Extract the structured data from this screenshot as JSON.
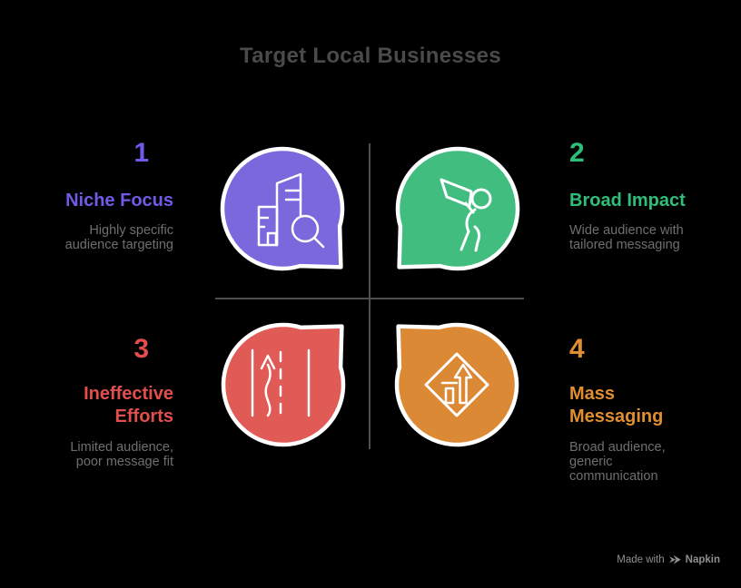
{
  "title": "Target Local Businesses",
  "colors": {
    "background": "#000000",
    "title": "#4A4A4A",
    "description": "#6F6F6F",
    "divider": "#4F4F4F",
    "watermark": "#8F8F8F"
  },
  "quadrants": [
    {
      "number": "1",
      "heading": "Niche Focus",
      "description": "Highly specific audience targeting",
      "bubble_color": "#7B68DC",
      "text_color": "#6F5BE8",
      "icon": "buildings-search"
    },
    {
      "number": "2",
      "heading": "Broad Impact",
      "description": "Wide audience with tailored messaging",
      "bubble_color": "#41BD80",
      "text_color": "#2FBE7A",
      "icon": "megaphone-person"
    },
    {
      "number": "3",
      "heading": "Ineffective Efforts",
      "description": "Limited audience, poor message fit",
      "bubble_color": "#E05A56",
      "text_color": "#E24E4E",
      "icon": "road-lanes"
    },
    {
      "number": "4",
      "heading": "Mass Messaging",
      "description": "Broad audience, generic communication",
      "bubble_color": "#DC8936",
      "text_color": "#E08E2F",
      "icon": "merge-road-sign"
    }
  ],
  "watermark": {
    "prefix": "Made with",
    "brand": "Napkin"
  }
}
